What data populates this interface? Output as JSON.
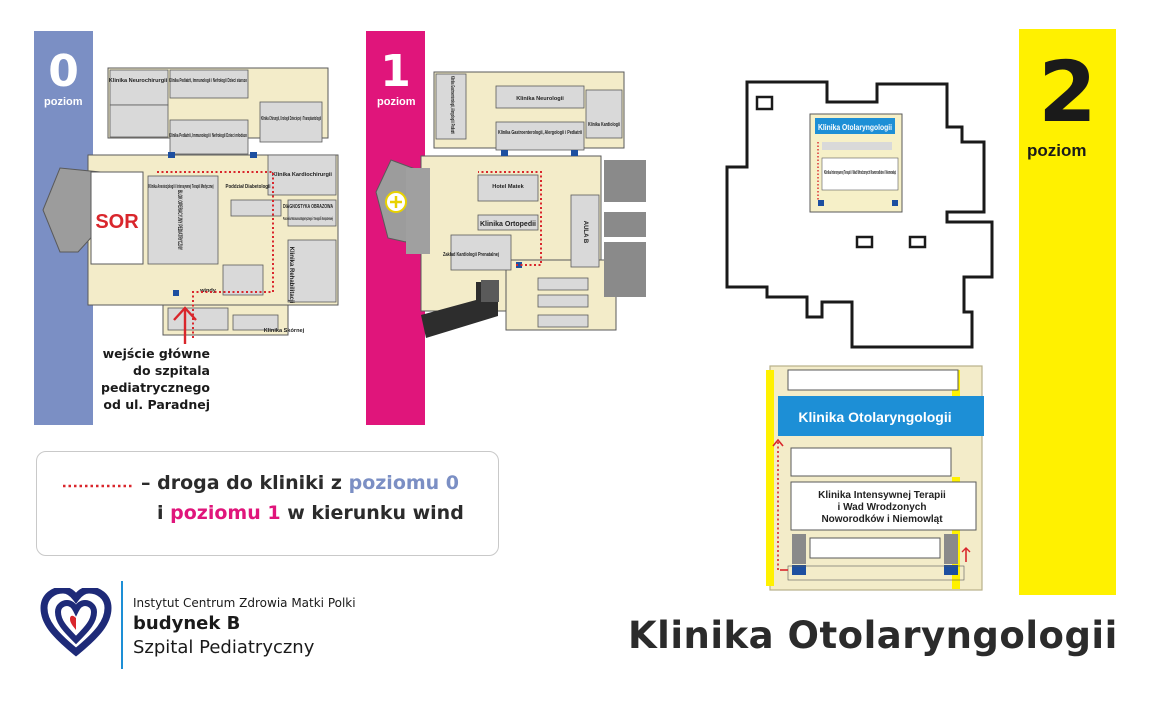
{
  "levels": [
    {
      "number": "0",
      "word": "poziom",
      "color": "#7b8fc4"
    },
    {
      "number": "1",
      "word": "poziom",
      "color": "#e0157b"
    },
    {
      "number": "2",
      "word": "poziom",
      "color": "#fff100"
    }
  ],
  "map0": {
    "labels": {
      "neurochirurgii": "Klinika Neurochirurgii",
      "pediatrii_starsza": "Klinika Pediatrii, Immunologii i Nefrologii Dzieci starsze",
      "pediatrii_mlodsza": "Klinika Pediatrii, Immunologii i Nefrologii Dzieci młodsze",
      "chirurgii": "Klinika Chirurgii, Urologii Dziecięcej i Transplantologii",
      "kardiochirurgii": "Klinika Kardiochirurgii",
      "anestezjologii": "Klinika Anestezjologii i Intensywnej Terapii Medycznej",
      "diabetologii": "Poddział Diabetologii",
      "diagnostyka": "DIAGNOSTYKA OBRAZOWA",
      "rezonans": "Pracownia Rezonansu Magnetycznego i Tomografii Komputerowej",
      "sor": "SOR",
      "blok": "BLOK OPERACYJNY PEDIATRYCZNY",
      "rehabilitacji": "Klinika Rehabilitacji",
      "skory": "Klinika Skórnej",
      "windy": "windy"
    }
  },
  "map1": {
    "labels": {
      "gastro_left": "Klinika Gastroenterologii, Alergologii i Pediatrii",
      "neurologii": "Klinika Neurologii",
      "kardiologii": "Klinika Kardiologii",
      "gastro_center": "Klinika Gastroenterologii, Alergologii i Pediatrii",
      "hotel": "Hotel Matek",
      "ortopedii": "Klinika Ortopedii",
      "zaklad": "Zakład Kardiologii Prenatalnej",
      "aula": "AULA B"
    }
  },
  "map2": {
    "otolaryngologii": "Klinika Otolaryngologii",
    "intensywnej": "Klinika Intensywnej Terapii i Wad Wrodzonych Noworodków i Niemowląt"
  },
  "detail": {
    "otolaryngologii": "Klinika Otolaryngologii",
    "intensywnej_line1": "Klinika Intensywnej Terapii",
    "intensywnej_line2": "i Wad Wrodzonych",
    "intensywnej_line3": "Noworodków i Niemowląt"
  },
  "entrance": {
    "line1": "wejście główne",
    "line2": "do szpitala",
    "line3": "pediatrycznego",
    "line4": "od ul. Paradnej"
  },
  "legend": {
    "line1_text": "– droga do kliniki z",
    "line1_highlight": "poziomu 0",
    "line2_prefix": "i",
    "line2_highlight": "poziomu 1",
    "line2_text": "w kierunku wind"
  },
  "institution": {
    "name": "Instytut Centrum Zdrowia Matki Polki",
    "building": "budynek B",
    "hospital": "Szpital Pediatryczny"
  },
  "title": "Klinika Otolaryngologii",
  "colors": {
    "route": "#d9262c",
    "clinic_blue": "#1d8fd6",
    "grey": "#6e6e6e",
    "dark": "#2b2b2b",
    "floor": "#f3ecc9"
  }
}
